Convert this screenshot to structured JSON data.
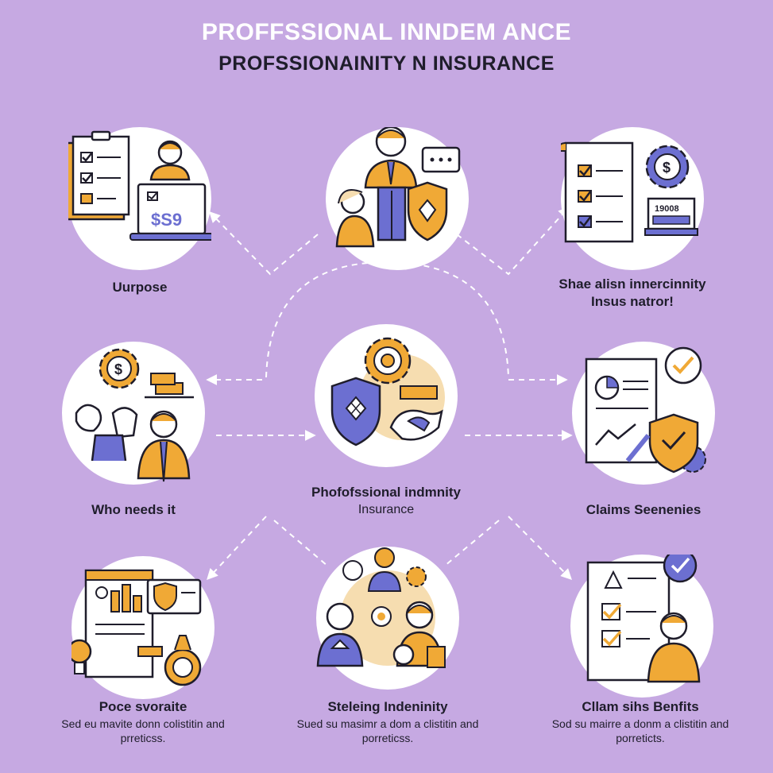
{
  "header": {
    "title": "PROFFSSIONAL INNDEM ANCE",
    "subtitle": "PROFSSIONAINITY N INSURANCE"
  },
  "nodes": [
    {
      "id": "purpose",
      "label": "Uurpose",
      "sub": ""
    },
    {
      "id": "center-top",
      "label": "",
      "sub": ""
    },
    {
      "id": "share",
      "label": "Shae alisn innercinnity",
      "sub": "Insus natror!"
    },
    {
      "id": "who",
      "label": "Who needs it",
      "sub": ""
    },
    {
      "id": "center",
      "label": "Phofofssional indmnity",
      "sub": "Insurance"
    },
    {
      "id": "claims",
      "label": "Claims Seenenies",
      "sub": ""
    },
    {
      "id": "poce",
      "label": "Poce svoraite",
      "sub": "Sed eu mavite donn colistitin and prreticss."
    },
    {
      "id": "steleing",
      "label": "Steleing Indeninity",
      "sub": "Sued su masimr a dom a clistitin and porreticss."
    },
    {
      "id": "cllam",
      "label": "Cllam sihs Benfits",
      "sub": "Sod su mairre a donm a clistitin and porreticts."
    }
  ],
  "icons": {
    "laptop_text": "$S9",
    "monitor_text": "19008",
    "coin_symbol": "$"
  },
  "colors": {
    "background": "#c6a9e2",
    "orange": "#f0a936",
    "blue": "#6c6fd1",
    "outline": "#1f1d2b",
    "halo": "#f6ddb0"
  }
}
